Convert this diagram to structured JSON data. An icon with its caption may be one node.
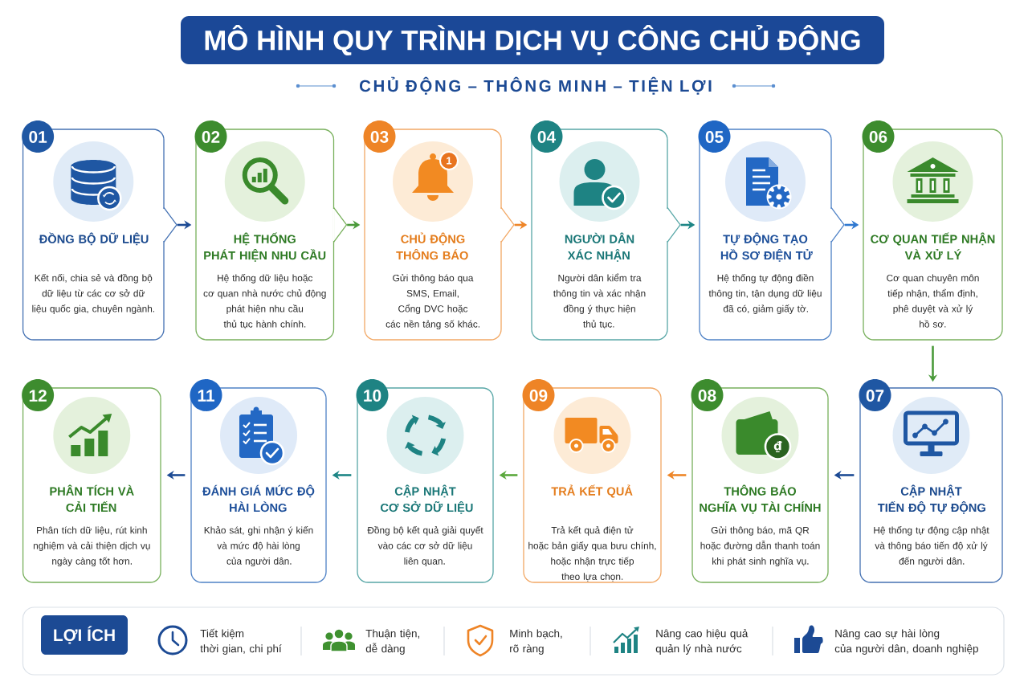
{
  "diagram": {
    "title": "MÔ HÌNH QUY TRÌNH DỊCH VỤ CÔNG CHỦ ĐỘNG",
    "nodes": [
      {
        "text": [
          "01",
          "ĐỒNG BỘ DỮ LIỆU",
          "Kết nối, chia sẻ và đồng bộ dữ liệu từ các cơ sở dữ liệu quốc gia, chuyên ngành."
        ]
      },
      {
        "text": [
          "02",
          "HỆ THỐNG PHÁT HIỆN NHU CẦU",
          "Hệ thống dữ liệu hoặc cơ quan nhà nước chủ động phát hiện nhu cầu thủ tục hành chính."
        ]
      },
      {
        "text": [
          "03",
          "CHỦ ĐỘNG THÔNG BÁO",
          "Gửi thông báo qua SMS, Email, Cổng DVC hoặc các nền tảng số khác."
        ]
      },
      {
        "text": [
          "04",
          "NGƯỜI DÂN XÁC NHẬN",
          "Người dân kiểm tra thông tin và xác nhận đồng ý thực hiện thủ tục."
        ]
      },
      {
        "text": [
          "05",
          "TỰ ĐỘNG TẠO HỒ SƠ ĐIỆN TỬ",
          "Hệ thống tự động điền thông tin, tận dụng dữ liệu đã có, giảm giấy tờ."
        ]
      },
      {
        "text": [
          "06",
          "CƠ QUAN TIẾP NHẬN VÀ XỬ LÝ",
          "Cơ quan chuyên môn tiếp nhận, thẩm định, phê duyệt và xử lý hồ sơ."
        ]
      },
      {
        "text": [
          "07",
          "CẬP NHẬT TIẾN ĐỘ TỰ ĐỘNG",
          "Hệ thống tự động cập nhật và thông báo tiến độ xử lý đến người dân."
        ]
      },
      {
        "text": [
          "08",
          "THÔNG BÁO NGHĨA VỤ TÀI CHÍNH",
          "Gửi thông báo, mã QR hoặc đường dẫn thanh toán khi phát sinh nghĩa vụ."
        ]
      },
      {
        "text": [
          "09",
          "TRẢ KẾT QUẢ",
          "Trả kết quả điện tử hoặc bản giấy qua bưu chính, hoặc nhận trực tiếp theo lựa chọn."
        ]
      },
      {
        "text": [
          "10",
          "CẬP NHẬT CƠ SỞ DỮ LIỆU",
          "Đồng bộ kết quả giải quyết vào các cơ sở dữ liệu liên quan."
        ]
      },
      {
        "text": [
          "11",
          "ĐÁNH GIÁ MỨC ĐỘ HÀI LÒNG",
          "Khảo sát, ghi nhận ý kiến và mức độ hài lòng của người dân."
        ]
      },
      {
        "text": [
          "12",
          "PHÂN TÍCH VÀ CẢI TIẾN",
          "Phân tích dữ liệu, rút kinh nghiệm và cải thiện dịch vụ ngày càng tốt hơn."
        ]
      },
      {
        "text": [
          "Tiết kiệm thời gian, chi phí",
          "Thuận tiện, dễ dàng",
          "Minh bạch, rõ ràng",
          "Nâng cao hiệu quả quản lý nhà nước",
          "Nâng cao sự hài lòng của người dân, doanh nghiệp"
        ]
      },
      {
        "text": [
          "LỢI ÍCH"
        ],
        "in": 12
      }
    ],
    "edges": [
      {
        "from": 0,
        "to": 1,
        "arrow": "to",
        "color": "#1c4a94"
      },
      {
        "from": 1,
        "to": 2,
        "arrow": "to",
        "color": "#4a9a3a"
      },
      {
        "from": 2,
        "to": 3,
        "arrow": "to",
        "color": "#ee8527"
      },
      {
        "from": 3,
        "to": 4,
        "arrow": "to",
        "color": "#1d8585"
      },
      {
        "from": 4,
        "to": 5,
        "arrow": "to",
        "color": "#2f78d0"
      },
      {
        "from": 5,
        "to": 6,
        "arrow": "to",
        "color": "#4a9a3a"
      },
      {
        "from": 6,
        "to": 7,
        "arrow": "to",
        "color": "#1c4a94"
      },
      {
        "from": 7,
        "to": 8,
        "arrow": "to",
        "color": "#ee8527"
      },
      {
        "from": 8,
        "to": 9,
        "arrow": "to",
        "color": "#5aa83c"
      },
      {
        "from": 9,
        "to": 10,
        "arrow": "to",
        "color": "#1d8585"
      },
      {
        "from": 10,
        "to": 11,
        "arrow": "to",
        "color": "#1c4a94"
      }
    ],
    "labels": [
      "CHỦ ĐỘNG – THÔNG MINH – TIỆN LỢI",
      "1",
      "₫"
    ]
  }
}
